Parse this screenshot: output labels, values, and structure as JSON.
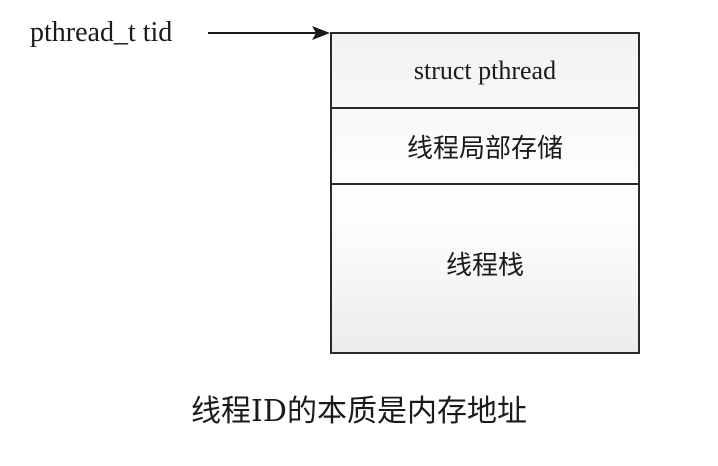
{
  "pointer": {
    "label": "pthread_t tid"
  },
  "memory_layout": {
    "segments": [
      {
        "label": "struct pthread"
      },
      {
        "label": "线程局部存储"
      },
      {
        "label": "线程栈"
      }
    ]
  },
  "caption": "线程ID的本质是内存地址",
  "colors": {
    "line": "#2a2a2a",
    "text": "#1a1a1a",
    "background": "#ffffff"
  }
}
